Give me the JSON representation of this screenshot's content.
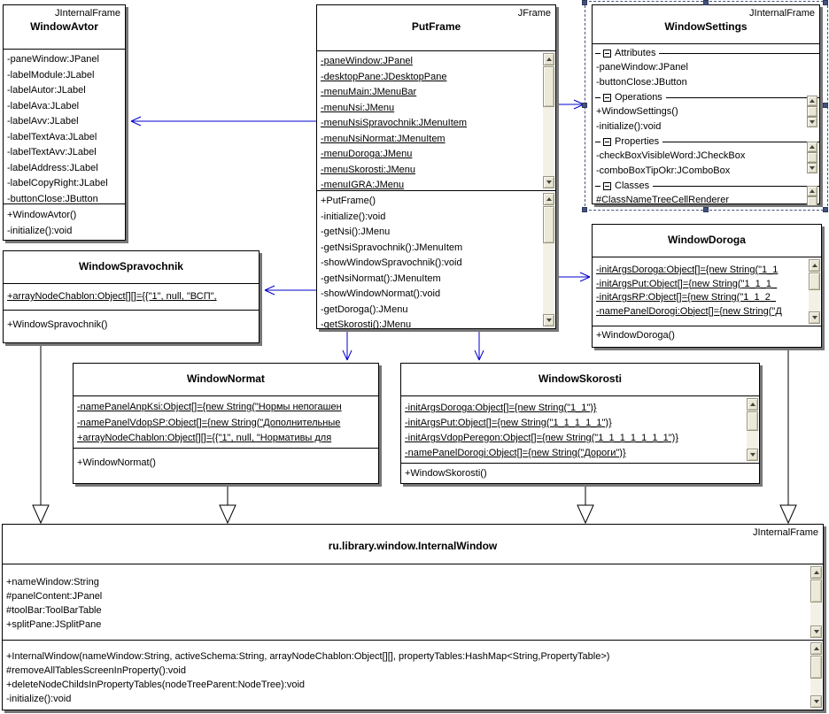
{
  "colors": {
    "connector_blue": "#0000cd",
    "generalization_black": "#000000",
    "selection": "#44517c",
    "box_shadow": "#777777",
    "background": "#ffffff"
  },
  "classes": {
    "avtor": {
      "stereotype": "JInternalFrame",
      "name": "WindowAvtor",
      "attributes": [
        "-paneWindow:JPanel",
        "-labelModule:JLabel",
        "-labelAutor:JLabel",
        "-labelAva:JLabel",
        "-labelAvv:JLabel",
        "-labelTextAva:JLabel",
        "-labelTextAvv:JLabel",
        "-labelAddress:JLabel",
        "-labelCopyRight:JLabel",
        "-buttonClose:JButton"
      ],
      "methods": [
        "+WindowAvtor()",
        "-initialize():void"
      ]
    },
    "putFrame": {
      "stereotype": "JFrame",
      "name": "PutFrame",
      "attributes": [
        "-paneWindow:JPanel",
        "-desktopPane:JDesktopPane",
        "-menuMain:JMenuBar",
        "-menuNsi:JMenu",
        "-menuNsiSpravochnik:JMenuItem",
        "-menuNsiNormat:JMenuItem",
        "-menuDoroga:JMenu",
        "-menuSkorosti:JMenu",
        "-menuIGRA:JMenu"
      ],
      "methods": [
        "+PutFrame()",
        "-initialize():void",
        "-getNsi():JMenu",
        "-getNsiSpravochnik():JMenuItem",
        "-showWindowSpravochnik():void",
        "-getNsiNormat():JMenuItem",
        "-showWindowNormat():void",
        "-getDoroga():JMenu",
        "-getSkorosti():JMenu"
      ]
    },
    "settings": {
      "stereotype": "JInternalFrame",
      "name": "WindowSettings",
      "groups": [
        {
          "label": "Attributes",
          "items": [
            "-paneWindow:JPanel",
            "-buttonClose:JButton"
          ]
        },
        {
          "label": "Operations",
          "items": [
            "+WindowSettings()",
            "-initialize():void"
          ]
        },
        {
          "label": "Properties",
          "items": [
            "-checkBoxVisibleWord:JCheckBox",
            "-comboBoxTipOkr:JComboBox"
          ]
        },
        {
          "label": "Classes",
          "items": [
            "#ClassNameTreeCellRenderer"
          ]
        }
      ]
    },
    "spravochnik": {
      "name": "WindowSpravochnik",
      "attributes": [
        "+arrayNodeChablon:Object[][]={{\"1\", null, \"ВСП\","
      ],
      "methods": [
        "+WindowSpravochnik()"
      ]
    },
    "doroga": {
      "name": "WindowDoroga",
      "attributes": [
        "-initArgsDoroga:Object[]={new String(\"1_1",
        "-initArgsPut:Object[]={new String(\"1_1_1_",
        "-initArgsRP:Object[]={new String(\"1_1_2_",
        "-namePanelDorogi:Object[]={new String(\"Д"
      ],
      "methods": [
        "+WindowDoroga()"
      ]
    },
    "normat": {
      "name": "WindowNormat",
      "attributes": [
        "-namePanelAnpKsi:Object[]={new String(\"Нормы непогашен",
        "-namePanelVdopSP:Object[]={new String(\"Дополнительные",
        "+arrayNodeChablon:Object[][]={{\"1\", null, \"Нормативы для"
      ],
      "methods": [
        "+WindowNormat()"
      ]
    },
    "skorosti": {
      "name": "WindowSkorosti",
      "attributes": [
        "-initArgsDoroga:Object[]={new String(\"1_1\")}",
        "-initArgsPut:Object[]={new String(\"1_1_1_1_1\")}",
        "-initArgsVdopPeregon:Object[]={new String(\"1_1_1_1_1_1_1\")}",
        "-namePanelDorogi:Object[]={new String(\"Дороги\")}"
      ],
      "methods": [
        "+WindowSkorosti()"
      ]
    },
    "internalWindow": {
      "stereotype": "JInternalFrame",
      "name": "ru.library.window.InternalWindow",
      "attributes": [
        "+nameWindow:String",
        "#panelContent:JPanel",
        "#toolBar:ToolBarTable",
        "+splitPane:JSplitPane"
      ],
      "methods": [
        "+InternalWindow(nameWindow:String, activeSchema:String, arrayNodeChablon:Object[][], propertyTables:HashMap<String,PropertyTable>)",
        "#removeAllTablesScreenInProperty():void",
        "+deleteNodeChildsInPropertyTables(nodeTreeParent:NodeTree):void",
        "-initialize():void"
      ]
    }
  }
}
